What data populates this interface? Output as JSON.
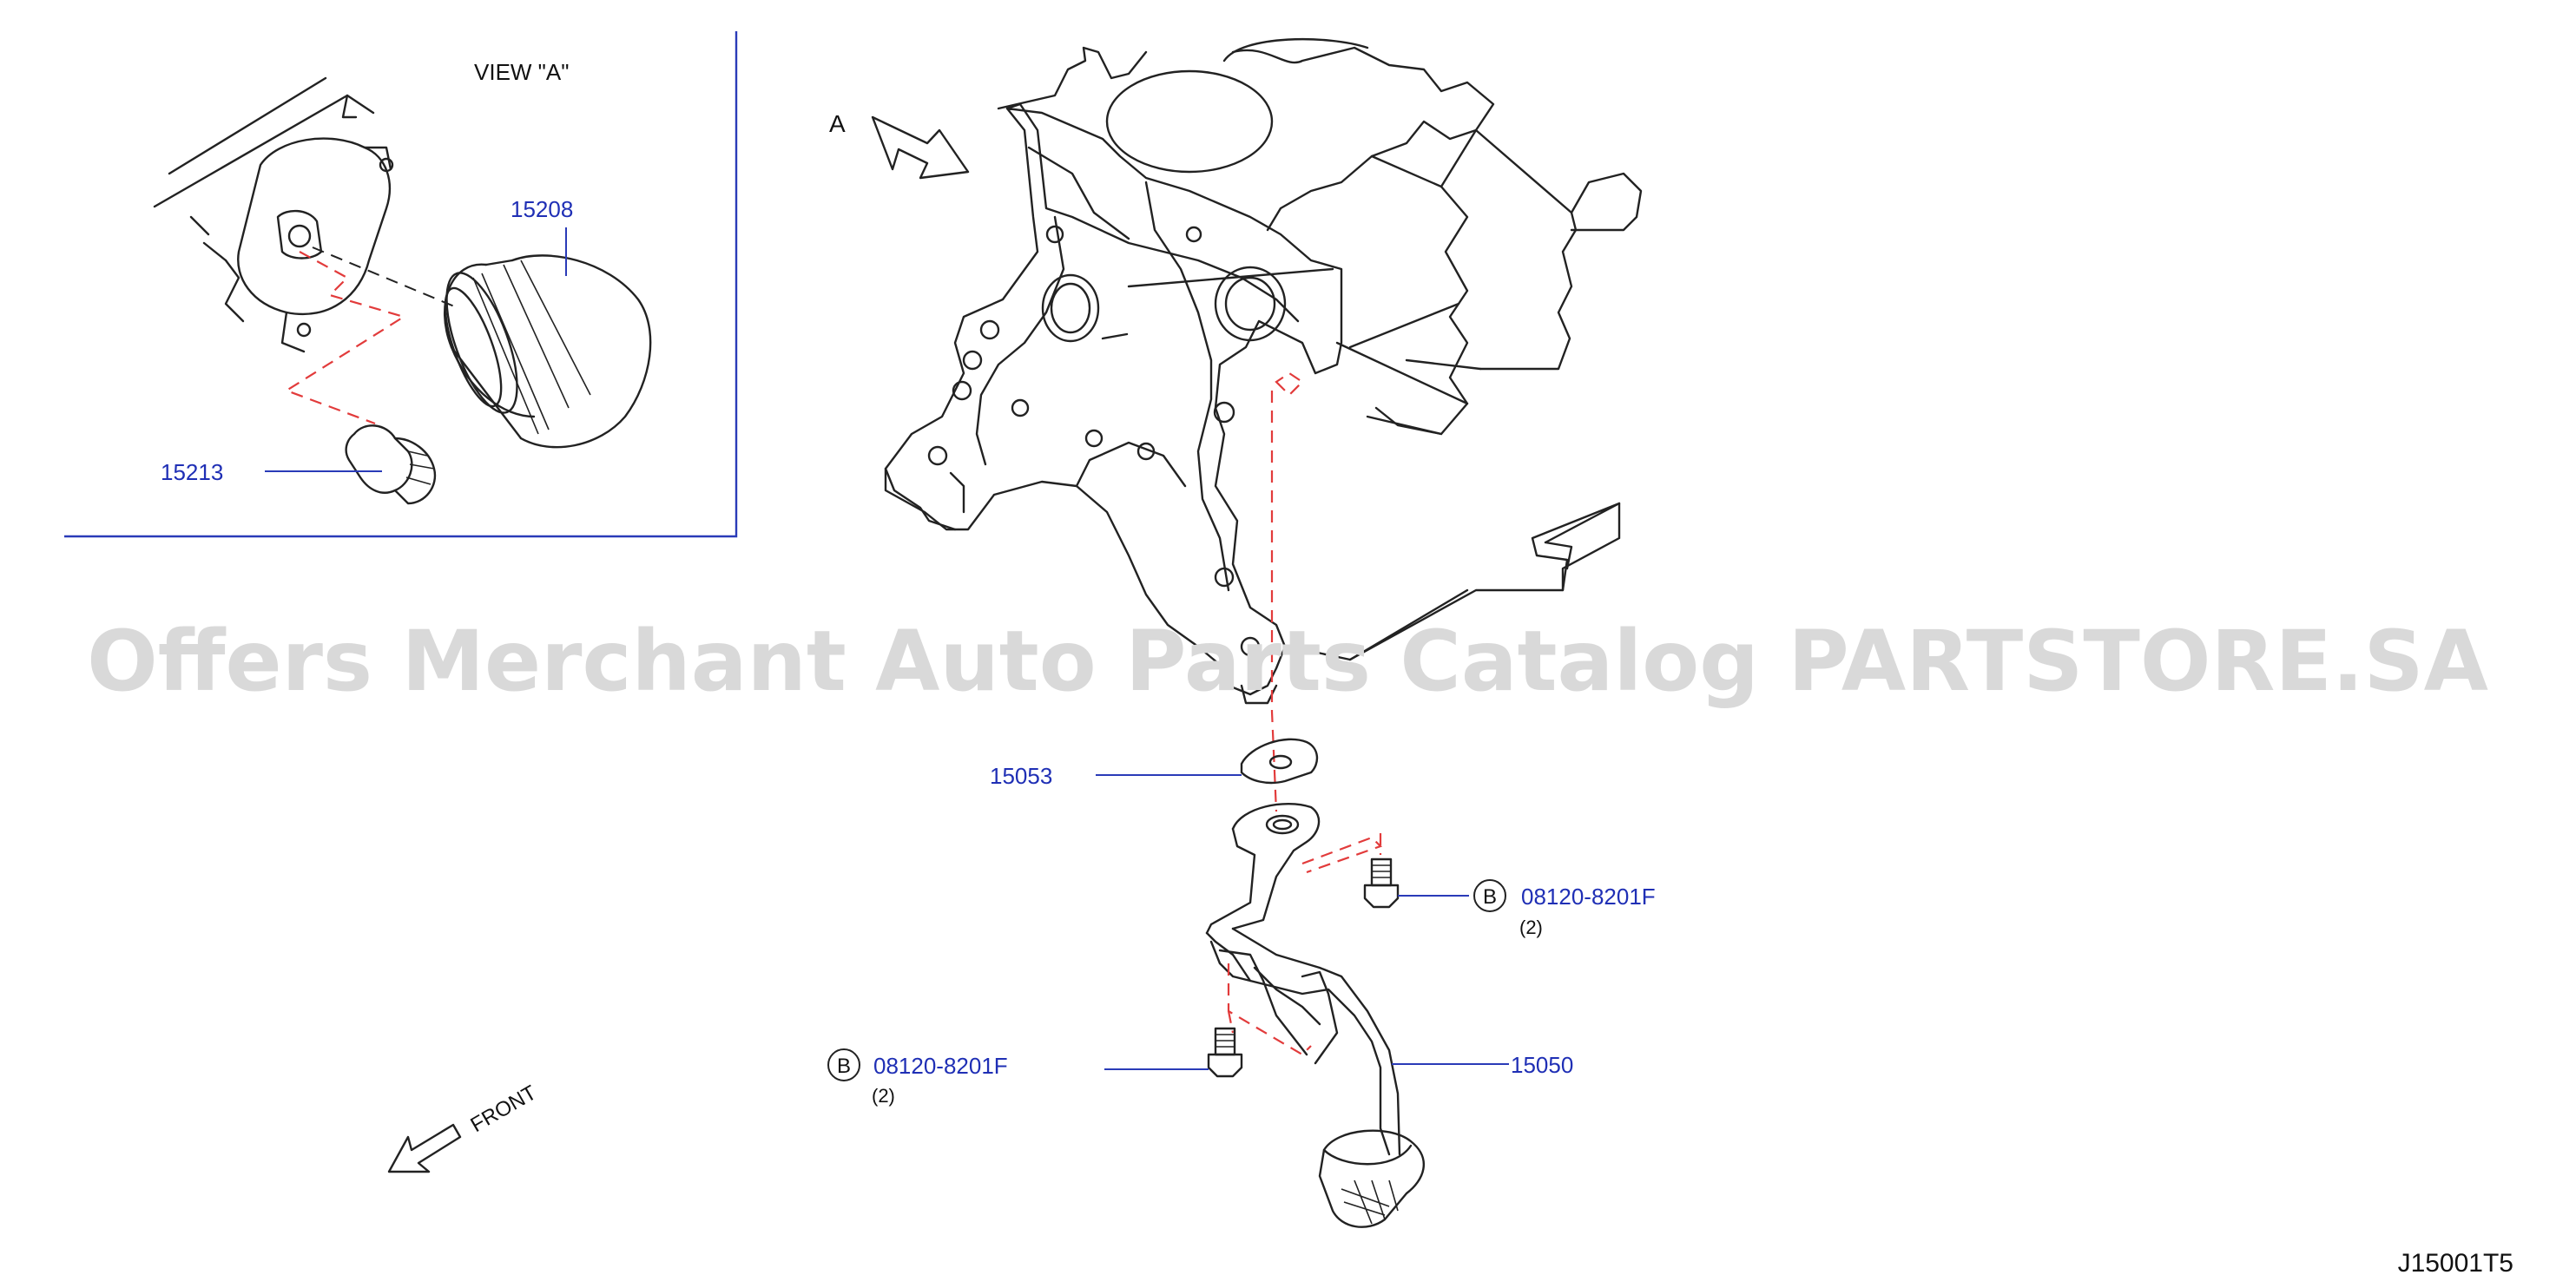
{
  "view_label": "VIEW  \"A\"",
  "arrow_label": "A",
  "front_label": "FRONT",
  "watermark": "Offers Merchant Auto Parts Catalog PARTSTORE.SA",
  "diagram_code": "J15001T5",
  "callouts": {
    "oil_filter": "15208",
    "connector": "15213",
    "gasket": "15053",
    "strainer": "15050",
    "bolt_right": {
      "badge": "B",
      "part": "08120-8201F",
      "qty": "(2)"
    },
    "bolt_left": {
      "badge": "B",
      "part": "08120-8201F",
      "qty": "(2)"
    }
  },
  "colors": {
    "callout": "#1f2fb5",
    "leader": "#2a3bb8",
    "dash": "#e23b3b",
    "watermark": "#d9d9d9"
  }
}
